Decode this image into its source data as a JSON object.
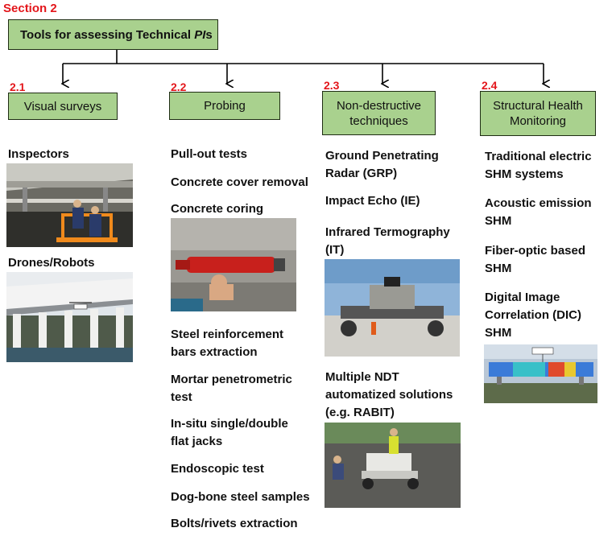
{
  "section": {
    "label": "Section 2"
  },
  "root": {
    "title_pre": "Tools for assessing Technical ",
    "title_em": "PI",
    "title_post": "s"
  },
  "columns": [
    {
      "num": "2.1",
      "title": "Visual surveys",
      "items": [
        "Inspectors",
        "Drones/Robots"
      ]
    },
    {
      "num": "2.2",
      "title": "Probing",
      "items": [
        "Pull-out tests",
        "Concrete cover removal",
        "Concrete coring",
        "Steel reinforcement bars extraction",
        "Mortar penetrometric test",
        "In-situ single/double flat jacks",
        "Endoscopic test",
        "Dog-bone steel samples",
        "Bolts/rivets extraction"
      ]
    },
    {
      "num": "2.3",
      "title": "Non-destructive techniques",
      "items": [
        "Ground Penetrating Radar (GRP)",
        "Impact Echo (IE)",
        "Infrared Termography (IT)",
        "Multiple NDT automatized solutions (e.g. RABIT)"
      ]
    },
    {
      "num": "2.4",
      "title": "Structural Health Monitoring",
      "items": [
        "Traditional electric SHM systems",
        "Acoustic emission SHM",
        "Fiber-optic based SHM",
        "Digital Image Correlation (DIC) SHM"
      ]
    }
  ],
  "colors": {
    "box_fill": "#a9d18e",
    "accent_red": "#e3161b",
    "line": "#000000"
  }
}
